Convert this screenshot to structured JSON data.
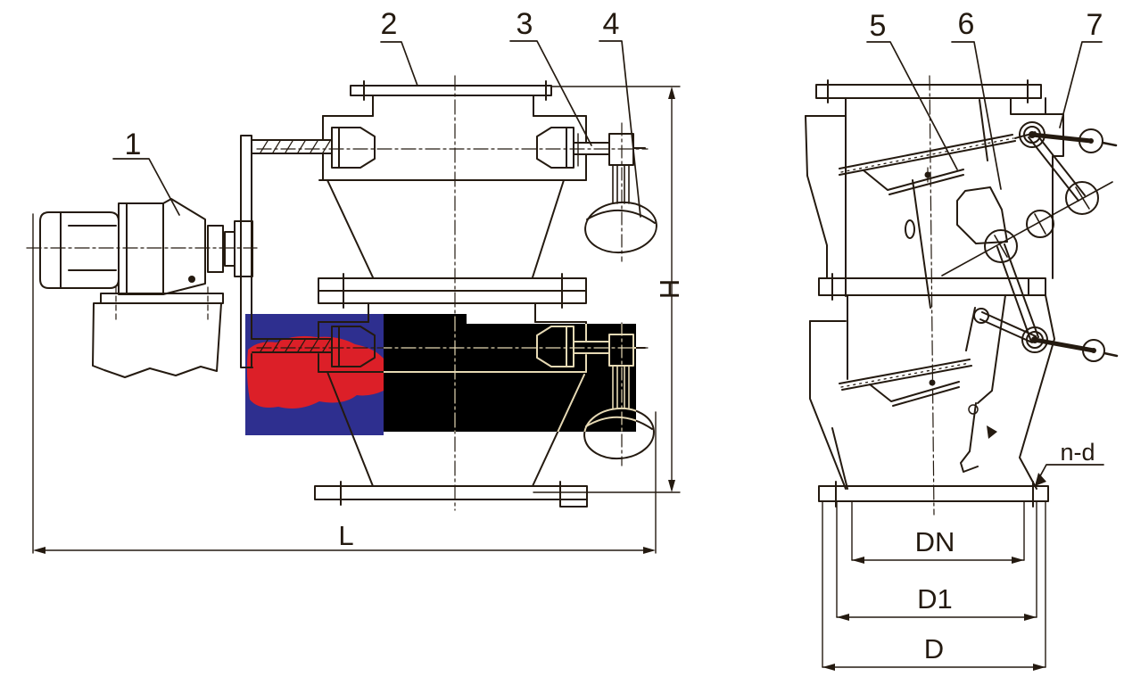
{
  "drawing": {
    "part_labels": {
      "p1": "1",
      "p2": "2",
      "p3": "3",
      "p4": "4",
      "p5": "5",
      "p6": "6",
      "p7": "7"
    },
    "dimensions": {
      "length": "L",
      "height": "H",
      "outlet_nominal": "DN",
      "bolt_circle": "D1",
      "flange_outer": "D",
      "bolt_holes": "n-d"
    },
    "colors": {
      "ink": "#241a10",
      "ink-light": "#e6d9b4",
      "overlay-blue": "#2e2f8f",
      "overlay-red": "#dc1f28",
      "overlay-black": "#000000",
      "paper": "#ffffff"
    }
  }
}
